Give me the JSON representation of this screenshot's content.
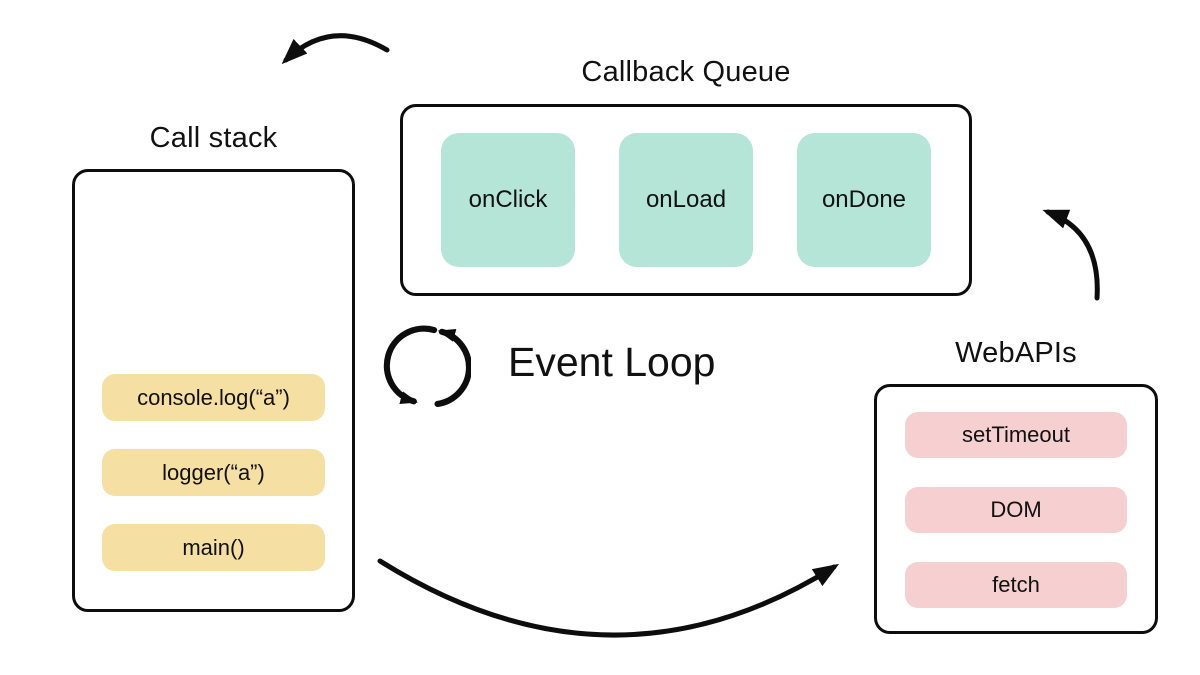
{
  "diagram": {
    "call_stack": {
      "title": "Call stack",
      "items": [
        "console.log(“a”)",
        "logger(“a”)",
        "main()"
      ]
    },
    "callback_queue": {
      "title": "Callback Queue",
      "items": [
        "onClick",
        "onLoad",
        "onDone"
      ]
    },
    "web_apis": {
      "title": "WebAPIs",
      "items": [
        "setTimeout",
        "DOM",
        "fetch"
      ]
    },
    "event_loop": {
      "label": "Event Loop",
      "icon": "cycle-arrows-icon"
    },
    "arrows": [
      "arrow-callback-queue-to-call-stack",
      "arrow-webapis-to-callback-queue",
      "arrow-call-stack-to-webapis"
    ],
    "colors": {
      "stack_item": "#F6DFA3",
      "queue_item": "#B4E5D7",
      "webapi_item": "#F6CFD0",
      "stroke": "#0D0D0D",
      "background": "#FFFFFF",
      "text": "#111111"
    }
  }
}
